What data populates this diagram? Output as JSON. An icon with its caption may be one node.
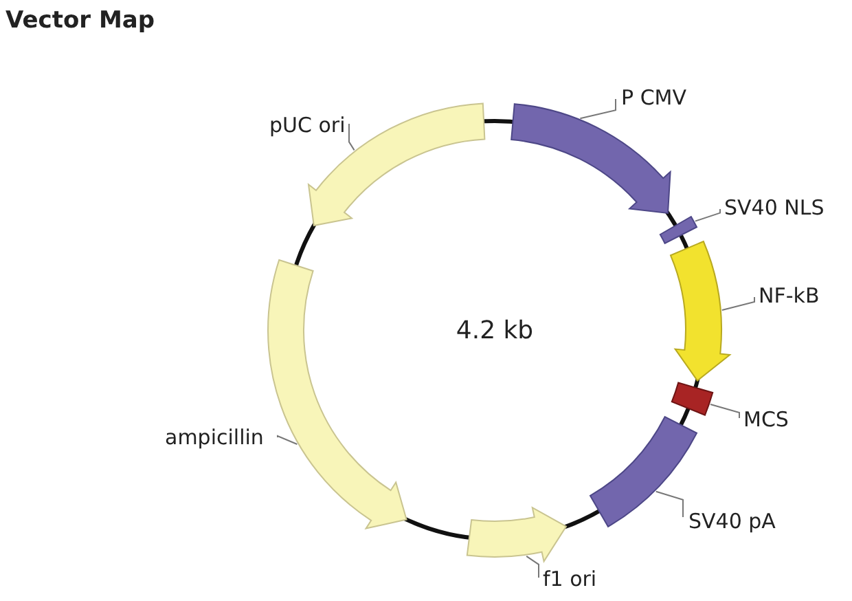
{
  "diagram": {
    "title": "Vector Map",
    "nodes": [
      {
        "text": [
          "P CMV"
        ]
      },
      {
        "text": [
          "SV40 NLS"
        ]
      },
      {
        "text": [
          "NF-kB"
        ]
      },
      {
        "text": [
          "MCS"
        ]
      },
      {
        "text": [
          "SV40 pA"
        ]
      },
      {
        "text": [
          "f1 ori"
        ]
      },
      {
        "text": [
          "ampicillin"
        ]
      },
      {
        "text": [
          "pUC ori"
        ]
      },
      {
        "text": [],
        "shape": "arrow"
      },
      {
        "text": [],
        "shape": "box"
      },
      {
        "text": [],
        "shape": "arrow"
      },
      {
        "text": [],
        "shape": "box"
      },
      {
        "text": [],
        "shape": "box"
      },
      {
        "text": [],
        "shape": "arrow"
      },
      {
        "text": [],
        "shape": "arrow"
      },
      {
        "text": [],
        "shape": "arrow"
      }
    ],
    "edges": [
      {
        "from": 0,
        "to": 8,
        "arrow": "none"
      },
      {
        "from": 1,
        "to": 9,
        "arrow": "none"
      },
      {
        "from": 2,
        "to": 10,
        "arrow": "none"
      },
      {
        "from": 3,
        "to": 11,
        "arrow": "none"
      },
      {
        "from": 4,
        "to": 12,
        "arrow": "none"
      },
      {
        "from": 5,
        "to": 13,
        "arrow": "none"
      },
      {
        "from": 6,
        "to": 14,
        "arrow": "none"
      },
      {
        "from": 7,
        "to": 15,
        "arrow": "none"
      }
    ],
    "labels": [
      "4.2 kb"
    ]
  }
}
